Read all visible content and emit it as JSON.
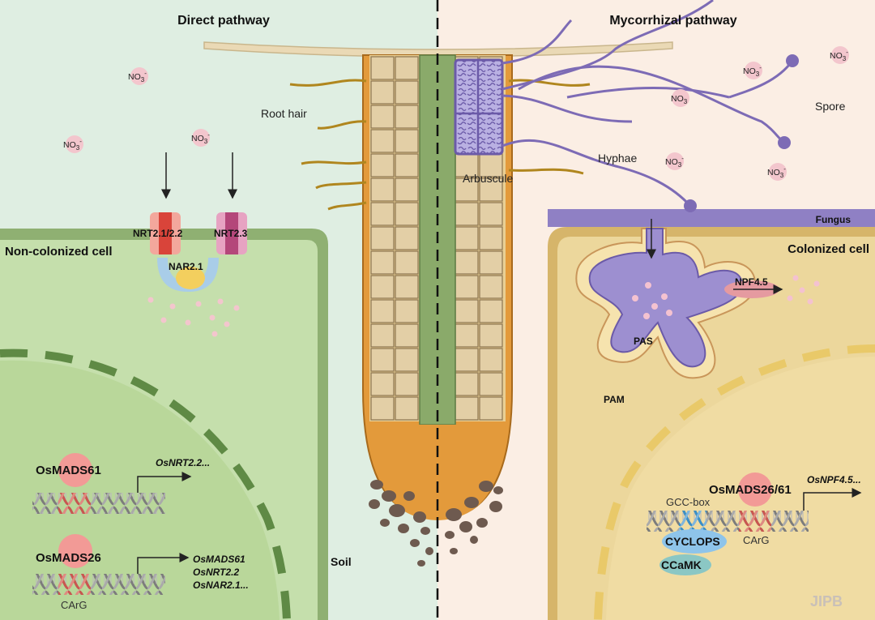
{
  "headers": {
    "left": "Direct pathway",
    "right": "Mycorrhizal pathway"
  },
  "labels": {
    "root_hair": "Root hair",
    "arbuscule": "Arbuscule",
    "hyphae": "Hyphae",
    "spore": "Spore",
    "fungus": "Fungus",
    "soil": "Soil",
    "non_colonized": "Non-colonized cell",
    "colonized": "Colonized cell",
    "pas": "PAS",
    "pam": "PAM",
    "watermark": "JIPB"
  },
  "nitrate": {
    "base": "NO",
    "sub": "3",
    "sup": "-"
  },
  "transporters": {
    "nrt21": "NRT2.1/2.2",
    "nrt23": "NRT2.3",
    "nar21": "NAR2.1",
    "npf45": "NPF4.5"
  },
  "genes": {
    "osmads61": {
      "name": "OsMADS61",
      "target": "OsNRT2.2..."
    },
    "osmads26": {
      "name": "OsMADS26",
      "element": "CArG",
      "targets": [
        "OsMADS61",
        "OsNRT2.2",
        "OsNAR2.1..."
      ]
    },
    "colonized": {
      "name": "OsMADS26/61",
      "target": "OsNPF4.5...",
      "gcc": "GCC-box",
      "carg": "CArG",
      "cyclops": "CYCLOPS",
      "ccamk": "CCaMK"
    }
  },
  "colors": {
    "left_bg": "#dfeee2",
    "right_bg": "#fbeee4",
    "cell_green": "#b9d79a",
    "cell_green_border": "#8fb072",
    "cell_tan": "#ecd79c",
    "cell_tan_border": "#d6b56a",
    "fungus_purple": "#8f80c4",
    "root_orange": "#e39a3b",
    "stele_green": "#8aaa6a",
    "nitrate_pink": "#f3c6cd",
    "protein_red": "#f29a96"
  }
}
